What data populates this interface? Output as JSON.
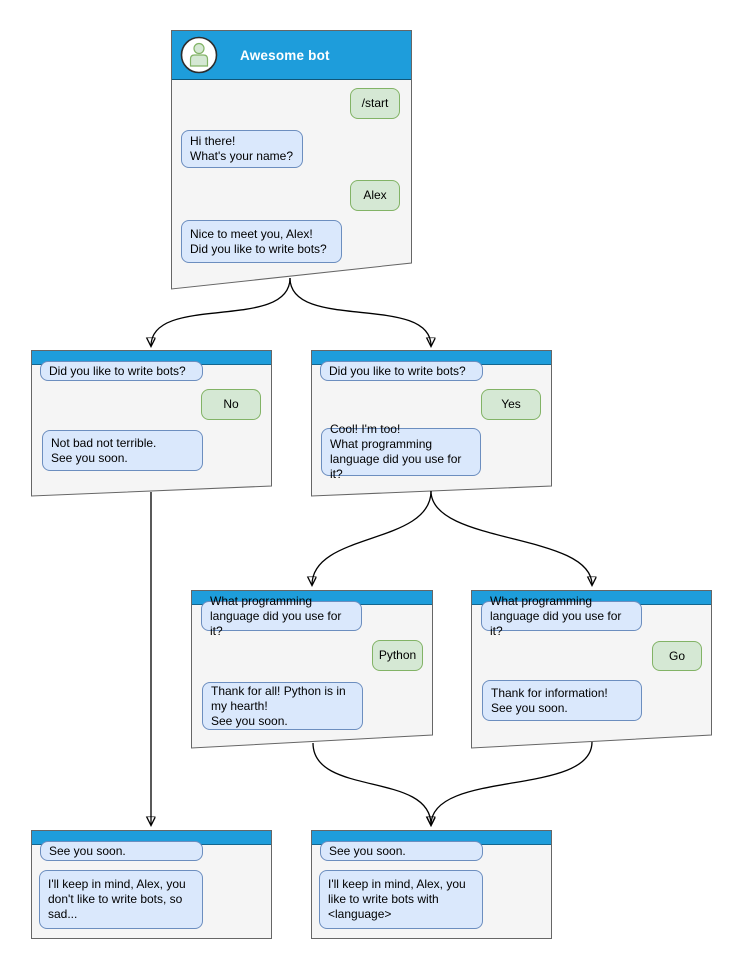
{
  "colors": {
    "header": "#1E9DDB",
    "window_bg": "#F5F5F5",
    "window_border": "#666666",
    "bot_bubble_bg": "#DAE8FC",
    "bot_bubble_border": "#6C8EBF",
    "user_bubble_bg": "#D5E8D4",
    "user_bubble_border": "#82B366",
    "avatar_fill": "#D5E8D4",
    "avatar_stroke": "#82B366",
    "edge_color": "#000000"
  },
  "root_window": {
    "title": "Awesome bot",
    "messages": {
      "start": "/start",
      "greeting": "Hi there!\nWhat's your name?",
      "name": "Alex",
      "ask_bots": "Nice to meet you, Alex!\nDid you like to write bots?"
    }
  },
  "no_window": {
    "question": "Did you like to write bots?",
    "answer": "No",
    "reply": "Not bad not terrible.\nSee you soon."
  },
  "yes_window": {
    "question": "Did you like to write bots?",
    "answer": "Yes",
    "reply": "Cool! I'm too!\nWhat programming\nlanguage did you use for it?"
  },
  "python_window": {
    "question": "What programming\nlanguage did you use for it?",
    "answer": "Python",
    "reply": "Thank for all! Python is in\nmy hearth!\nSee you soon."
  },
  "go_window": {
    "question": "What programming\nlanguage did you use for it?",
    "answer": "Go",
    "reply": "Thank for information!\nSee you soon."
  },
  "bye_no_window": {
    "question": "See you soon.",
    "reply": "I'll keep in mind, Alex, you\ndon't like to write bots, so\nsad..."
  },
  "bye_yes_window": {
    "question": "See you soon.",
    "reply": "I'll keep in mind, Alex, you\nlike to write bots with\n<language>"
  },
  "flow": [
    {
      "from": "root",
      "to": "no_window"
    },
    {
      "from": "root",
      "to": "yes_window"
    },
    {
      "from": "no_window",
      "to": "bye_no_window"
    },
    {
      "from": "yes_window",
      "to": "python_window"
    },
    {
      "from": "yes_window",
      "to": "go_window"
    },
    {
      "from": "python_window",
      "to": "bye_yes_window"
    },
    {
      "from": "go_window",
      "to": "bye_yes_window"
    }
  ]
}
